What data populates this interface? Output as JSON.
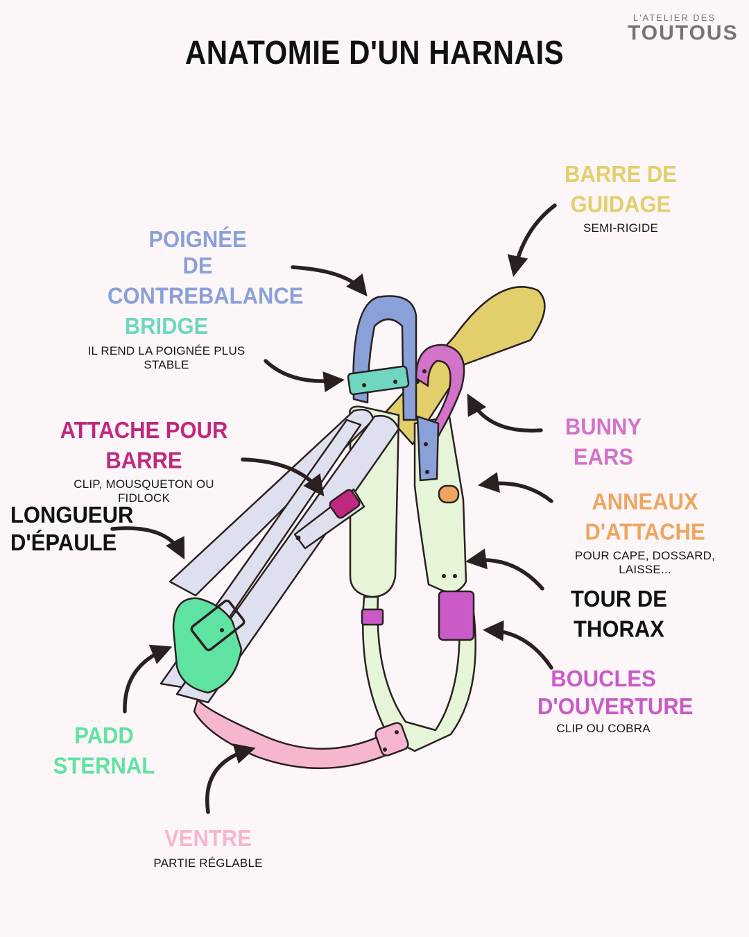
{
  "title": "ANATOMIE D'UN HARNAIS",
  "logo": {
    "line1": "L'ATELIER DES",
    "line2": "TOUTOUS"
  },
  "colors": {
    "background": "#fcf6f8",
    "handle": "#8aa0d8",
    "guide_bar": "#e2cf6c",
    "bridge": "#6fd6bf",
    "bar_attachment": "#c0287e",
    "bunny_ears": "#d272c8",
    "rings": "#eea560",
    "sternal_pad": "#5fe3a2",
    "belly": "#f7b6cf",
    "opening_buckles": "#c95ac8",
    "shoulder": "#dfe0ef",
    "thorax": "#e6f5d8",
    "ink": "#2a2020"
  },
  "labels": {
    "barre_guidage": {
      "name": "BARRE DE GUIDAGE",
      "sub": "SEMI-RIGIDE"
    },
    "poignee": {
      "line1": "POIGNÉE",
      "line2": "DE CONTREBALANCE"
    },
    "bridge": {
      "name": "BRIDGE",
      "sub": "IL REND LA POIGNÉE PLUS STABLE"
    },
    "attache_barre": {
      "name": "ATTACHE POUR BARRE",
      "sub": "CLIP, MOUSQUETON OU FIDLOCK"
    },
    "longueur": {
      "line1": "LONGUEUR",
      "line2": "D'ÉPAULE"
    },
    "bunny": {
      "name": "BUNNY EARS"
    },
    "anneaux": {
      "name": "ANNEAUX D'ATTACHE",
      "sub": "POUR CAPE, DOSSARD, LAISSE..."
    },
    "thorax": {
      "name": "TOUR DE THORAX"
    },
    "boucles": {
      "line1": "BOUCLES",
      "line2": "D'OUVERTURE",
      "sub": "CLIP OU COBRA"
    },
    "padd": {
      "name": "PADD STERNAL"
    },
    "ventre": {
      "name": "VENTRE",
      "sub": "PARTIE RÉGLABLE"
    }
  }
}
